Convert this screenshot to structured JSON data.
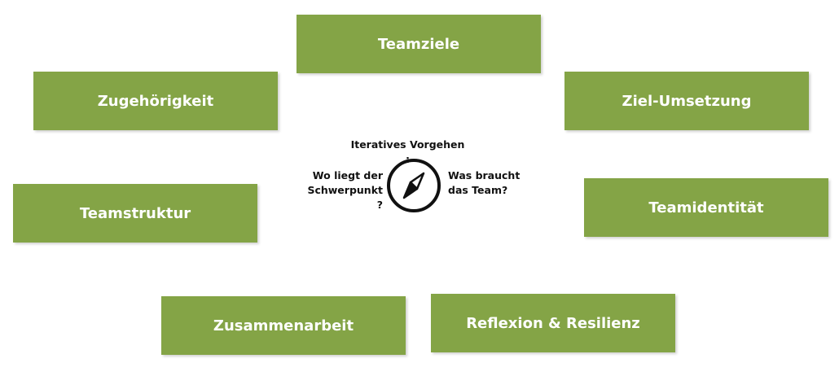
{
  "colors": {
    "box": "#84a446",
    "box_text": "#ffffff",
    "text": "#111111"
  },
  "boxes": {
    "teamziele": "Teamziele",
    "zugehoerigkeit": "Zugehörigkeit",
    "ziel_umsetzung": "Ziel-Umsetzung",
    "teamstruktur": "Teamstruktur",
    "teamidentitaet": "Teamidentität",
    "zusammenarbeit": "Zusammenarbeit",
    "reflexion": "Reflexion & Resilienz"
  },
  "center": {
    "heading": "Iteratives Vorgehen :",
    "left_question": [
      "Wo liegt der",
      "Schwerpunkt ?"
    ],
    "right_question": [
      "Was braucht",
      "das Team?"
    ],
    "icon": "compass-icon"
  }
}
